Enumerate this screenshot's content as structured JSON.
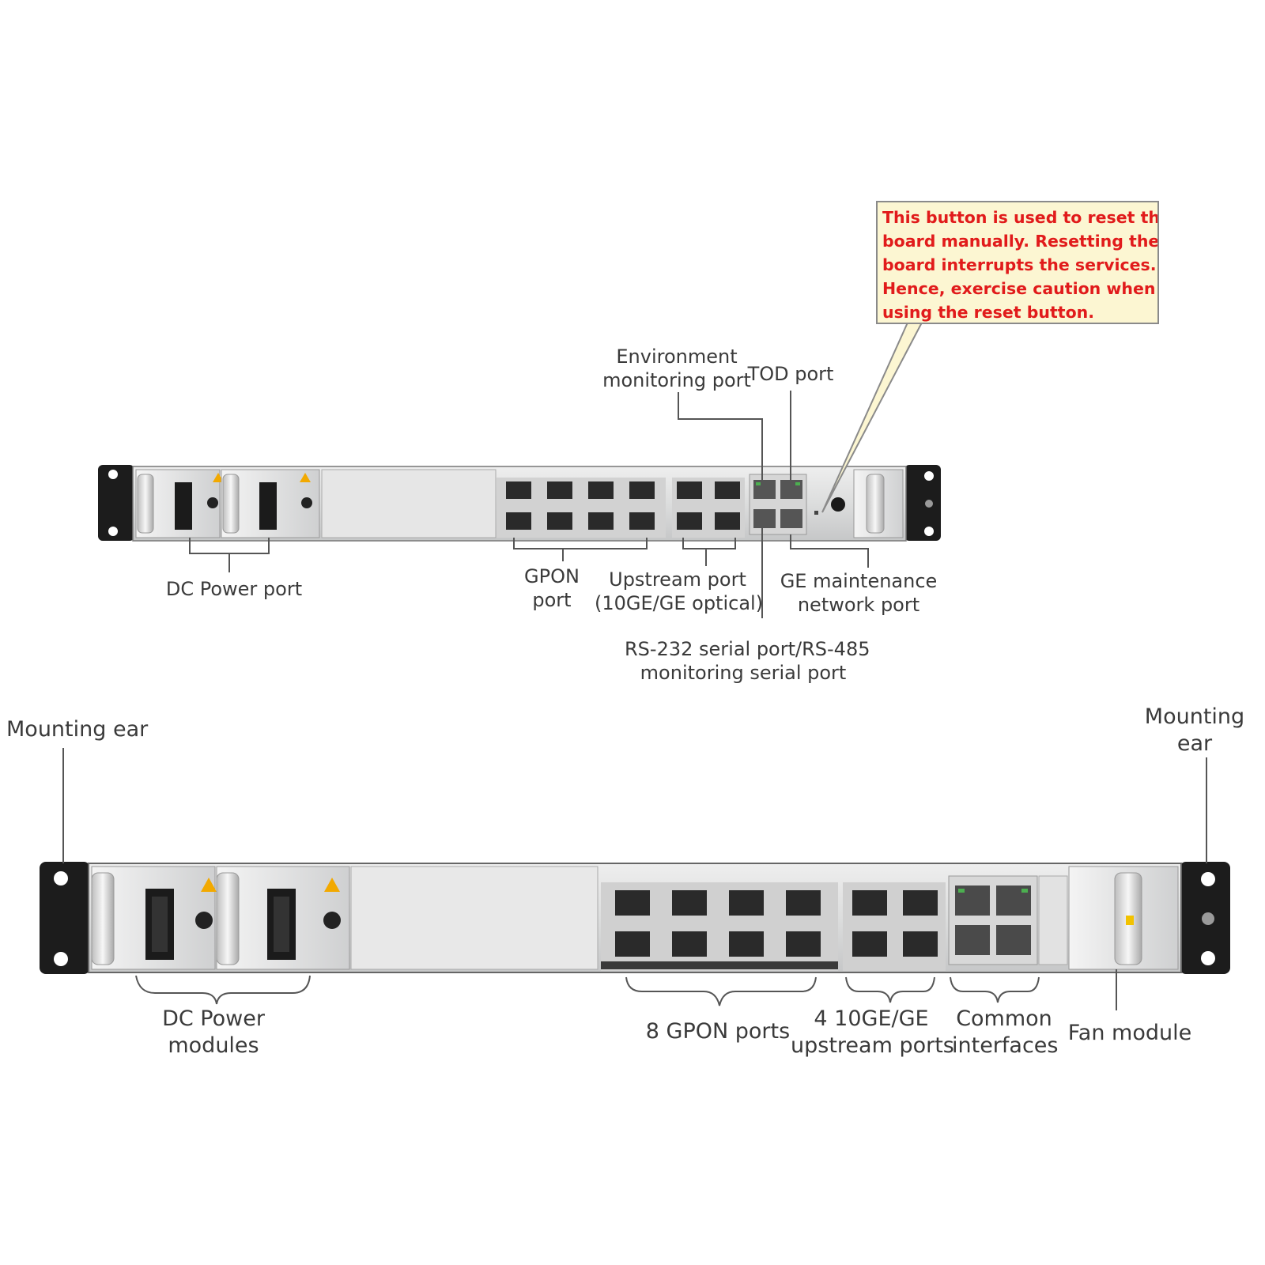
{
  "callout": {
    "lines": [
      "This button is used to reset the",
      "board manually. Resetting the",
      "board interrupts the services.",
      "Hence, exercise caution when",
      "using the reset button."
    ],
    "text_color": "#e11b1b",
    "background": "#fcf6d2"
  },
  "top_labels": {
    "env_port": [
      "Environment",
      "monitoring port"
    ],
    "tod_port": "TOD port",
    "dc_power_port": "DC Power port",
    "gpon_port": [
      "GPON",
      "port"
    ],
    "upstream_port": [
      "Upstream port",
      "(10GE/GE optical)"
    ],
    "ge_maint": [
      "GE maintenance",
      "network port"
    ],
    "rs232": [
      "RS-232 serial port/RS-485",
      "monitoring serial port"
    ]
  },
  "bottom_labels": {
    "mounting_ear_left": "Mounting ear",
    "mounting_ear_right": [
      "Mounting",
      "ear"
    ],
    "dc_power_modules": [
      "DC Power",
      "modules"
    ],
    "gpon_ports": "8 GPON ports",
    "upstream_ports": [
      "4 10GE/GE",
      "upstream ports"
    ],
    "common_interfaces": [
      "Common",
      "interfaces"
    ],
    "fan_module": "Fan module"
  },
  "colors": {
    "chassis": "#d9dadb",
    "ear": "#1c1c1c",
    "leader": "#555555",
    "label_text": "#3a3a3a"
  }
}
